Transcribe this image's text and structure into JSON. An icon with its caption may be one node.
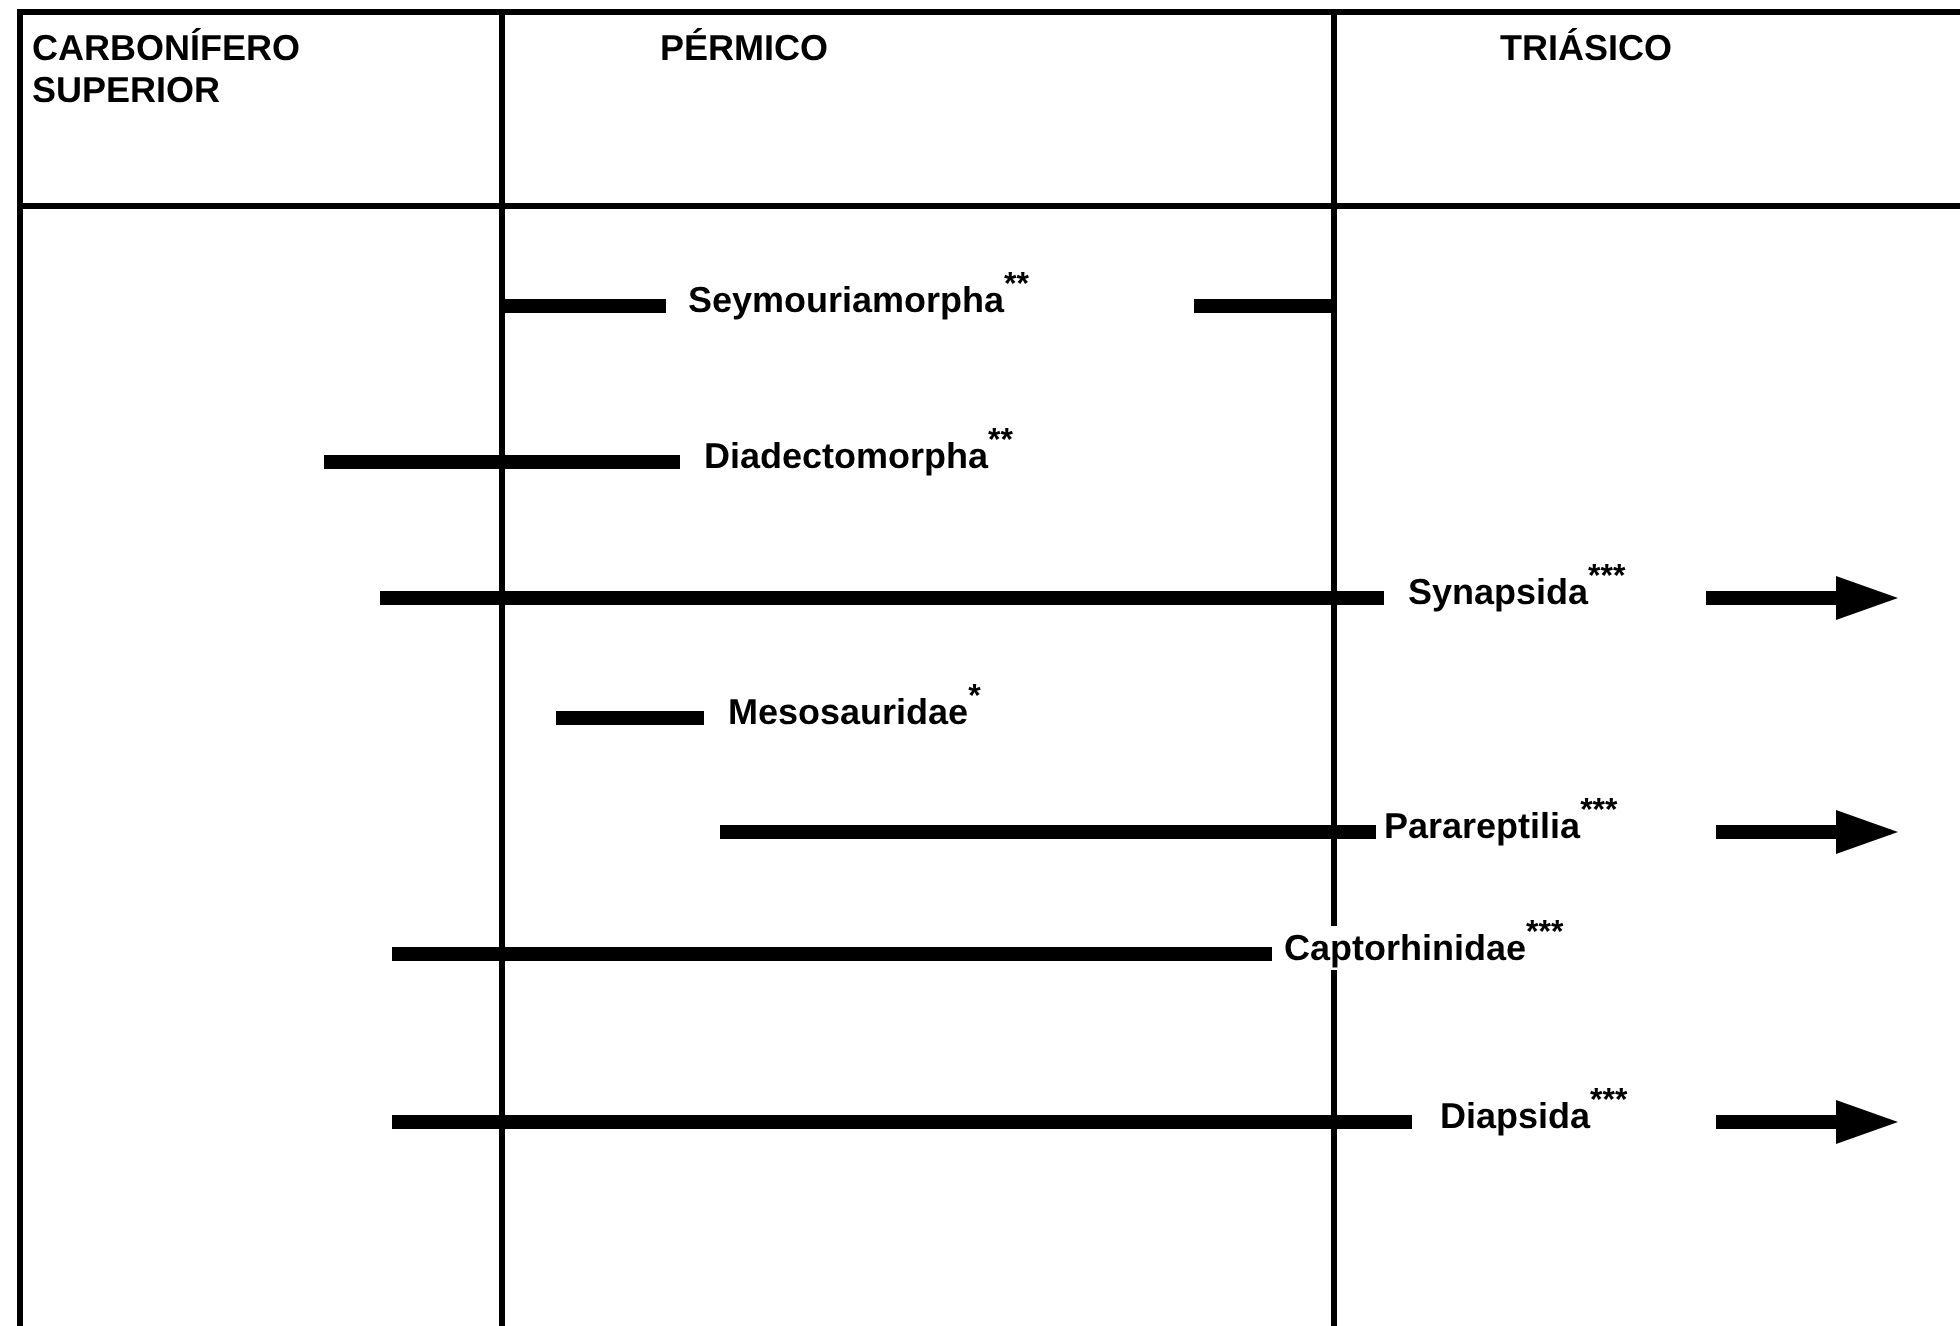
{
  "diagram": {
    "labels": [
      "CARBONÍFERO SUPERIOR",
      "PÉRMICO",
      "TRIÁSICO",
      "Seymouriamorpha$^{**}$",
      "Diadectomorpha$^{**}$",
      "Synapsida$^{***}$",
      "Mesosauridae$^{*}$",
      "Parareptilia$^{***}$",
      "Captorhinidae$^{***}$",
      "Diapsida$^{***}$"
    ]
  }
}
